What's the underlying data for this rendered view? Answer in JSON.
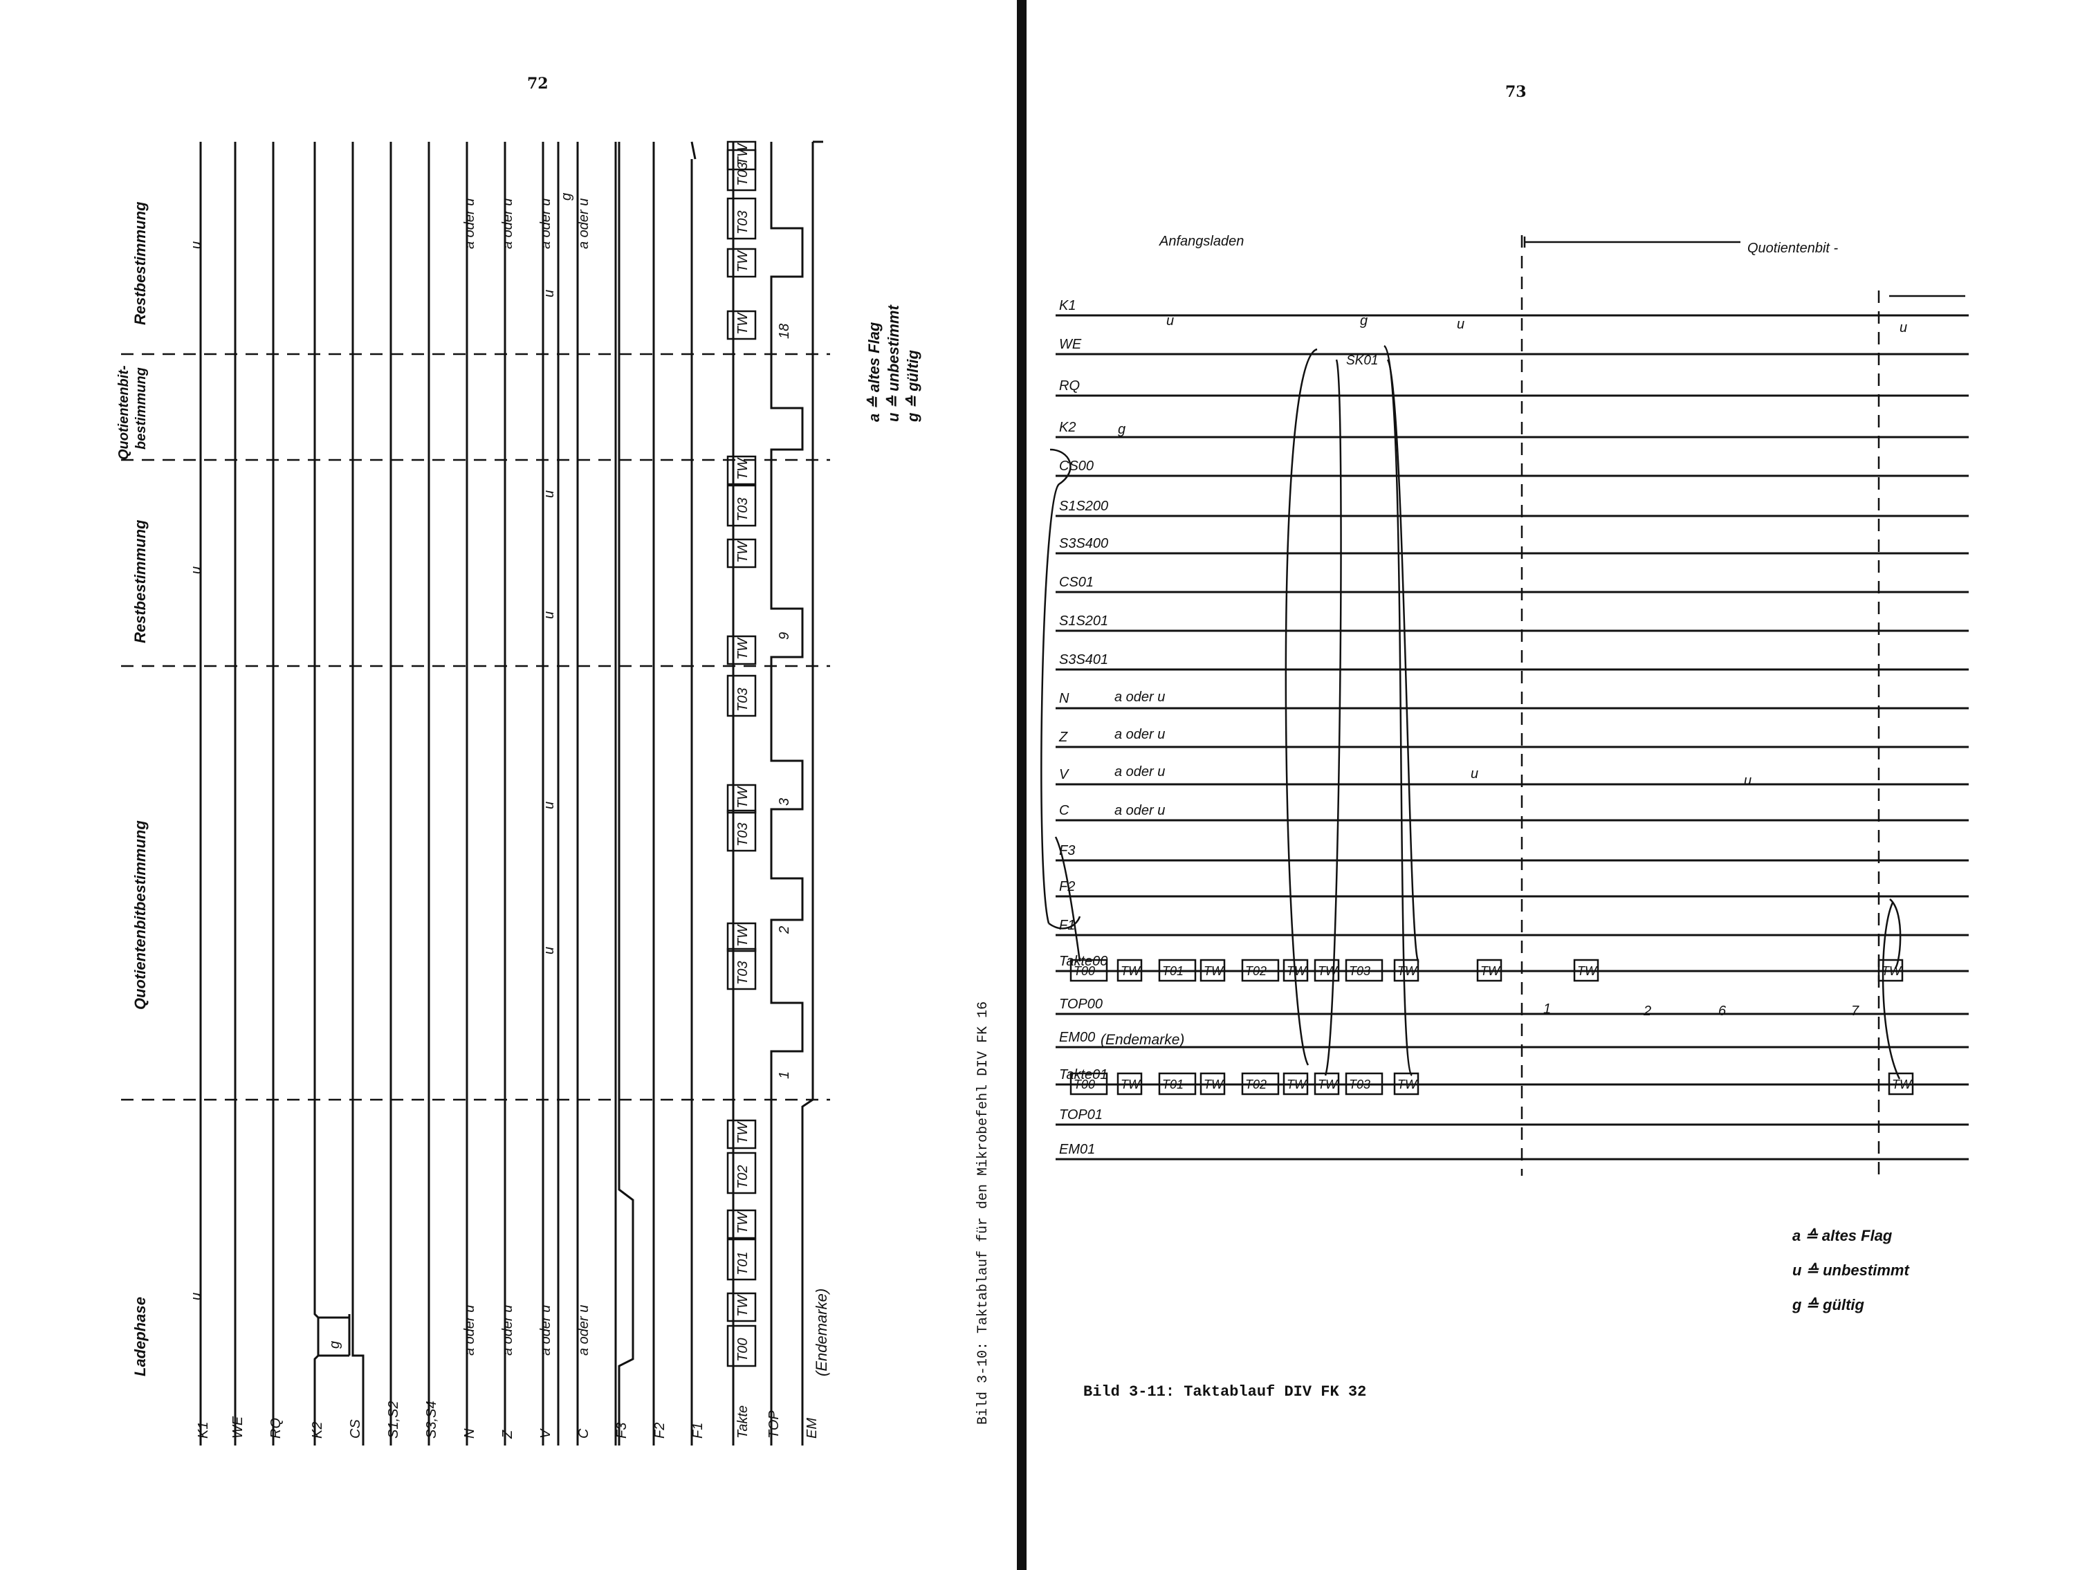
{
  "left": {
    "page_number": "72",
    "rotated_caption": "Bild 3-10: Taktablauf für den Mikrobefehl DIV FK 16",
    "signals": [
      "K1",
      "WE",
      "RQ",
      "K2",
      "CS",
      "S1,S2",
      "S3,S4",
      "N",
      "Z",
      "V",
      "C",
      "F3",
      "F2",
      "F1",
      "Takte",
      "TOP",
      "EM"
    ],
    "phases": [
      "Ladephase",
      "Quotientenbitbestimmung",
      "Restbestimmung",
      "Quotientenbit-\nbestimmung",
      "Restbestimmung"
    ],
    "legend": [
      "a ≙ altes Flag",
      "u ≙ unbestimmt",
      "g ≙ gültig"
    ],
    "texts": {
      "u": "u",
      "g": "g",
      "a_oder_u": "a oder u",
      "endemarke": "(Endemarke)",
      "to0": "T00",
      "to1": "T01",
      "to2": "T02",
      "to3": "T03",
      "tw": "TW",
      "top1": "1",
      "top2": "2",
      "top3": "3",
      "top9": "9",
      "top18": "18"
    }
  },
  "right": {
    "page_number": "73",
    "caption": "Bild 3-11: Taktablauf DIV FK 32",
    "phase_left": "Anfangsladen",
    "phase_right": "Quotientenbit -",
    "signals": [
      "K1",
      "WE",
      "RQ",
      "K2",
      "CS00",
      "S1S200",
      "S3S400",
      "CS01",
      "S1S201",
      "S3S401",
      "N",
      "Z",
      "V",
      "C",
      "F3",
      "F2",
      "F1",
      "Takte00",
      "TOP00",
      "EM00",
      "Takte01",
      "TOP01",
      "EM01"
    ],
    "legend": [
      "a ≙ altes Flag",
      "u ≙ unbestimmt",
      "g ≙ gültig"
    ],
    "texts": {
      "u": "u",
      "g": "g",
      "sk01": "SK01",
      "a_oder_u": "a oder u",
      "endemarke": "(Endemarke)",
      "to0": "T00",
      "to1": "T01",
      "to2": "T02",
      "to3": "T03",
      "tw": "TW",
      "top1": "1",
      "top2": "2",
      "top6": "6",
      "top7": "7"
    }
  }
}
